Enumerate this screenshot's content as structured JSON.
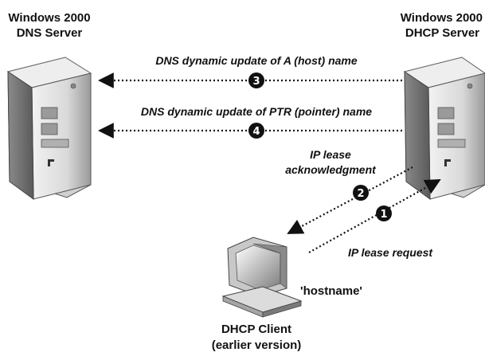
{
  "nodes": {
    "dns_server": {
      "line1": "Windows 2000",
      "line2": "DNS Server"
    },
    "dhcp_server": {
      "line1": "Windows 2000",
      "line2": "DHCP Server"
    },
    "client": {
      "line1": "DHCP Client",
      "line2": "(earlier version)",
      "hostname": "'hostname'"
    }
  },
  "steps": {
    "s1": {
      "number": "1",
      "label": "IP lease request"
    },
    "s2": {
      "number": "2",
      "label_line1": "IP lease",
      "label_line2": "acknowledgment"
    },
    "s3": {
      "number": "3",
      "label": "DNS dynamic update of A (host) name"
    },
    "s4": {
      "number": "4",
      "label": "DNS dynamic update of PTR (pointer) name"
    }
  }
}
